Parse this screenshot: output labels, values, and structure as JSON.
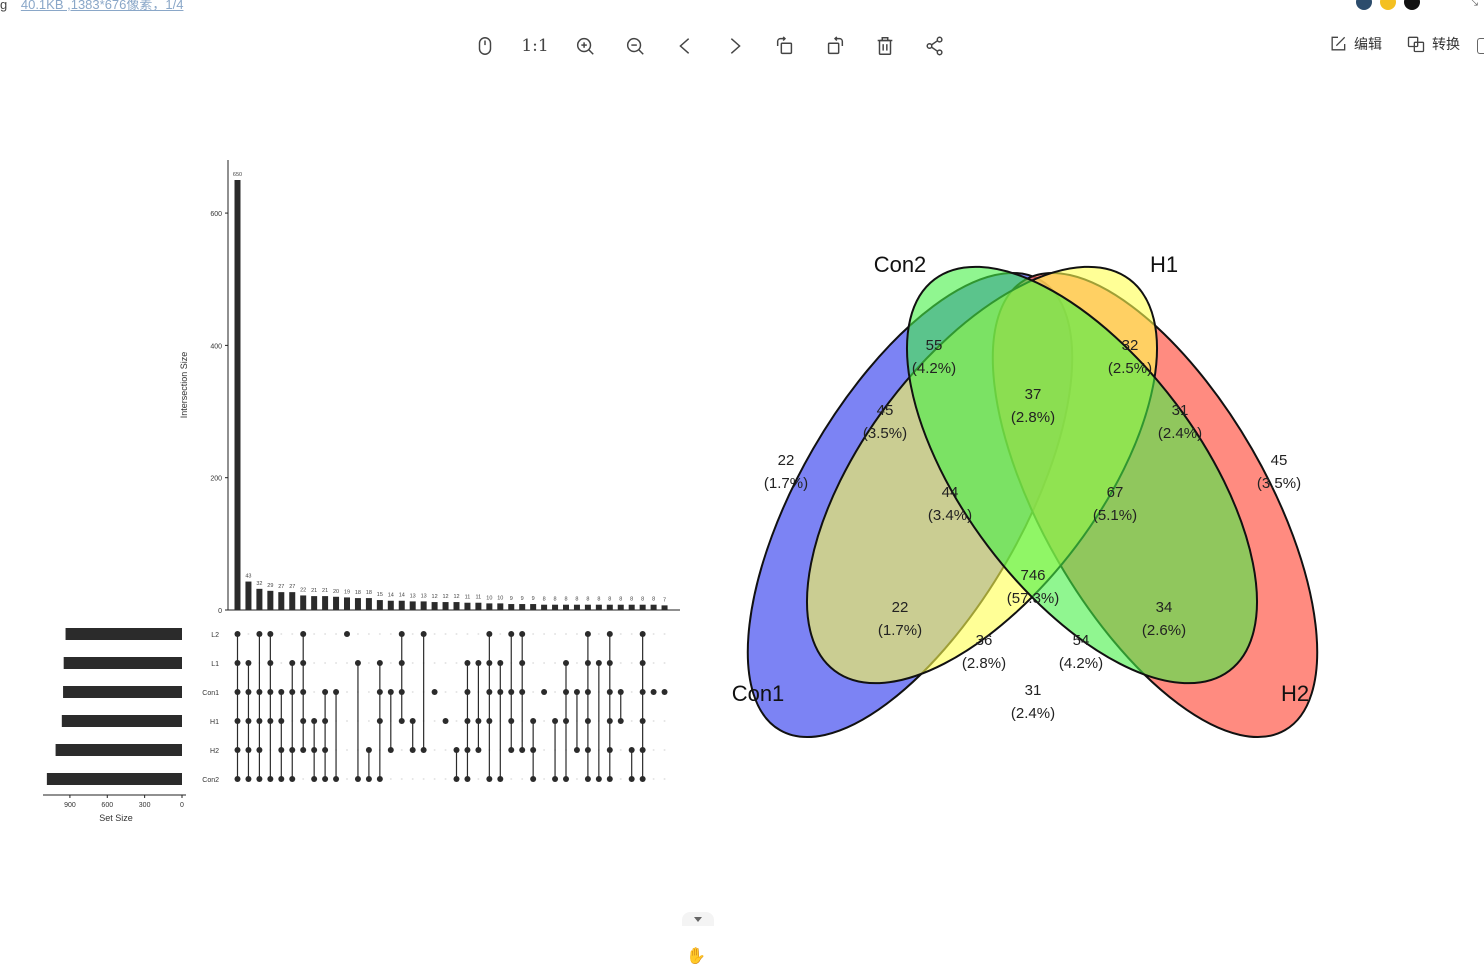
{
  "file_info": {
    "leading": "g",
    "details": "40.1KB ,1383*676像素，1/4"
  },
  "toolbar": {
    "actual_size_label": "1:1",
    "edit_label": "编辑",
    "convert_label": "转换",
    "icons": [
      "mouse-icon",
      "actual-size",
      "zoom-in-icon",
      "zoom-out-icon",
      "prev-icon",
      "next-icon",
      "rotate-left-icon",
      "rotate-right-icon",
      "delete-icon",
      "share-icon"
    ]
  },
  "upset": {
    "ylabel": "Intersection Size",
    "xlabel": "Set Size",
    "yticks": [
      0,
      200,
      400,
      600
    ],
    "ymax": 700,
    "set_names": [
      "L2",
      "L1",
      "Con1",
      "H1",
      "H2",
      "Con2"
    ],
    "set_sizes": [
      935,
      950,
      955,
      965,
      1015,
      1085
    ],
    "set_xticks": [
      900,
      600,
      300,
      0
    ],
    "set_xmax": 1100,
    "intersections": [
      650,
      43,
      32,
      29,
      27,
      27,
      22,
      21,
      21,
      20,
      19,
      18,
      18,
      15,
      14,
      14,
      13,
      13,
      12,
      12,
      12,
      11,
      11,
      10,
      10,
      9,
      9,
      9,
      8,
      8,
      8,
      8,
      8,
      8,
      8,
      8,
      8,
      8,
      8,
      7
    ],
    "members": [
      [
        0,
        1,
        2,
        3,
        4,
        5
      ],
      [
        1,
        2,
        3,
        4,
        5
      ],
      [
        0,
        2,
        3,
        4,
        5
      ],
      [
        0,
        1,
        2,
        3,
        5
      ],
      [
        2,
        3,
        4,
        5
      ],
      [
        1,
        2,
        4,
        5
      ],
      [
        0,
        1,
        2,
        3,
        4
      ],
      [
        3,
        4,
        5
      ],
      [
        2,
        3,
        4,
        5
      ],
      [
        2,
        5
      ],
      [
        0
      ],
      [
        1,
        5
      ],
      [
        4,
        5
      ],
      [
        1,
        2,
        3,
        5
      ],
      [
        2,
        4
      ],
      [
        0,
        1,
        2,
        3
      ],
      [
        3,
        4
      ],
      [
        0,
        4
      ],
      [
        2
      ],
      [
        3
      ],
      [
        4,
        5
      ],
      [
        1,
        2,
        3,
        4,
        5
      ],
      [
        1,
        3,
        4
      ],
      [
        0,
        1,
        2,
        3,
        5
      ],
      [
        1,
        2,
        5
      ],
      [
        0,
        2,
        3,
        4
      ],
      [
        0,
        1,
        2,
        4
      ],
      [
        3,
        4,
        5
      ],
      [
        2
      ],
      [
        3,
        5
      ],
      [
        1,
        2,
        3,
        5
      ],
      [
        2,
        4
      ],
      [
        0,
        1,
        2,
        3,
        4,
        5
      ],
      [
        1,
        5
      ],
      [
        0,
        1,
        2,
        3,
        4,
        5
      ],
      [
        2,
        3
      ],
      [
        4,
        5
      ],
      [
        0,
        1,
        2,
        3,
        4,
        5
      ],
      [
        2
      ],
      [
        2
      ]
    ]
  },
  "chart_data": [
    {
      "type": "bar",
      "ylabel": "Intersection Size",
      "categories": [],
      "values": [
        650,
        43,
        32,
        29,
        27,
        27,
        22,
        21,
        21,
        20,
        19,
        18,
        18,
        15,
        14,
        14,
        13,
        13,
        12,
        12,
        12,
        11,
        11,
        10,
        10,
        9,
        9,
        9,
        8,
        8,
        8,
        8,
        8,
        8,
        8,
        8,
        8,
        8,
        8,
        7
      ],
      "ylim": [
        0,
        700
      ],
      "set_size_bars": {
        "labels": [
          "L2",
          "L1",
          "Con1",
          "H1",
          "H2",
          "Con2"
        ],
        "values": [
          935,
          950,
          955,
          965,
          1015,
          1085
        ],
        "xlabel": "Set Size"
      }
    },
    {
      "type": "venn",
      "sets": [
        "Con2",
        "H1",
        "Con1",
        "H2"
      ],
      "colors": {
        "Con1": "#5f6bf5",
        "Con2": "#ffff66",
        "H1": "#5cf55c",
        "H2": "#ff7060"
      },
      "regions": [
        {
          "label": "55",
          "pct": "(4.2%)"
        },
        {
          "label": "32",
          "pct": "(2.5%)"
        },
        {
          "label": "37",
          "pct": "(2.8%)"
        },
        {
          "label": "45",
          "pct": "(3.5%)"
        },
        {
          "label": "31",
          "pct": "(2.4%)"
        },
        {
          "label": "22",
          "pct": "(1.7%)"
        },
        {
          "label": "45",
          "pct": "(3.5%)"
        },
        {
          "label": "44",
          "pct": "(3.4%)"
        },
        {
          "label": "67",
          "pct": "(5.1%)"
        },
        {
          "label": "746",
          "pct": "(57.3%)"
        },
        {
          "label": "22",
          "pct": "(1.7%)"
        },
        {
          "label": "34",
          "pct": "(2.6%)"
        },
        {
          "label": "36",
          "pct": "(2.8%)"
        },
        {
          "label": "54",
          "pct": "(4.2%)"
        },
        {
          "label": "31",
          "pct": "(2.4%)"
        }
      ]
    }
  ]
}
